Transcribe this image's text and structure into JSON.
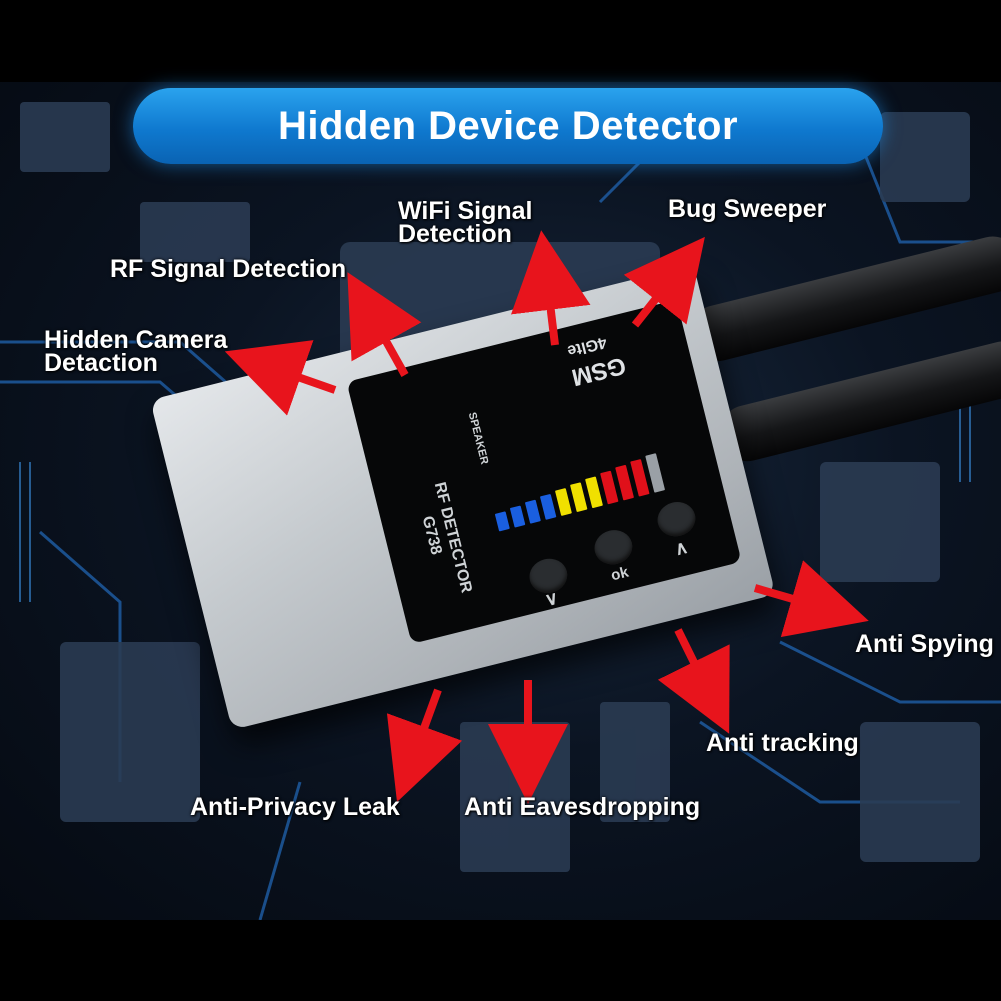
{
  "banner": {
    "title": "Hidden Device Detector"
  },
  "labels": {
    "wifi": [
      "WiFi Signal",
      "Detection"
    ],
    "bug_sweeper": "Bug Sweeper",
    "rf_signal": "RF Signal Detection",
    "hidden_camera": [
      "Hidden Camera",
      "Detaction"
    ],
    "anti_spying": "Anti Spying",
    "anti_tracking": "Anti tracking",
    "anti_privacy": "Anti-Privacy Leak",
    "anti_eaves": "Anti Eavesdropping"
  },
  "device": {
    "brand_top": "4Glte",
    "brand_bottom": "GSM",
    "speaker": "SPEAKER",
    "model_line1": "RF DETECTOR",
    "model_line2": "G738",
    "ok_label": "ok",
    "down_symbol": "∨",
    "up_symbol": "∧",
    "led_bar_colors": [
      "#1a5fe0",
      "#1a5fe0",
      "#1a5fe0",
      "#1a5fe0",
      "#f0e000",
      "#f0e000",
      "#f0e000",
      "#e0101a",
      "#e0101a",
      "#e0101a",
      "#9aa0a6"
    ]
  },
  "colors": {
    "arrow": "#e8141c",
    "banner": "#1a8ae0",
    "circuit": "#2f86d8"
  }
}
